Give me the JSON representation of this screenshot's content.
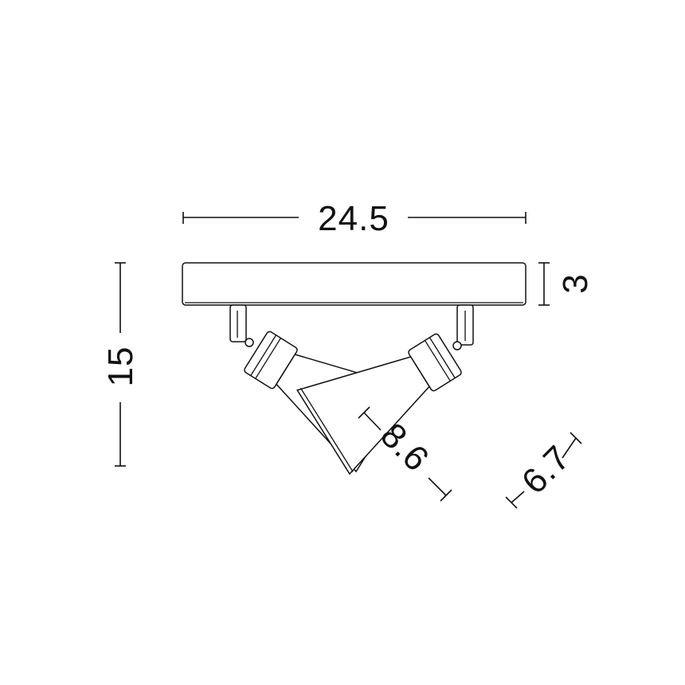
{
  "drawing": {
    "dimensions": {
      "width": "24.5",
      "height": "15",
      "plate_height": "3",
      "shade_length": "8.6",
      "shade_diameter": "6.7"
    }
  }
}
